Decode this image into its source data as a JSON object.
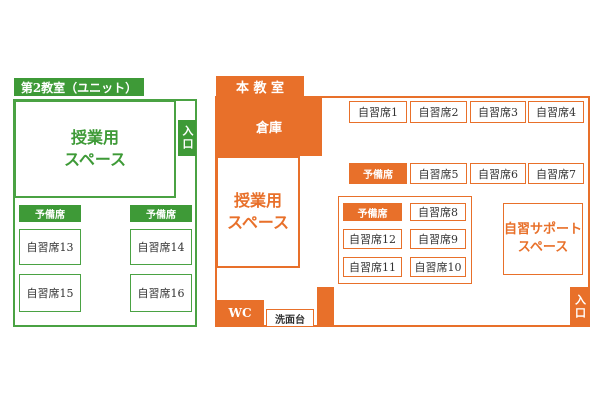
{
  "unit_room": {
    "title": "第2教室（ユニット）",
    "lecture_space": [
      "授業用",
      "スペース"
    ],
    "entrance": "入口",
    "spare_seat_label": "予備席",
    "seats": [
      "自習席13",
      "自習席14",
      "自習席15",
      "自習席16"
    ]
  },
  "main_room": {
    "title": "本 教 室",
    "storage": "倉庫",
    "lecture_space": [
      "授業用",
      "スペース"
    ],
    "spare_seat_label": "予備席",
    "seats": [
      "自習席1",
      "自習席2",
      "自習席3",
      "自習席4",
      "自習席5",
      "自習席6",
      "自習席7",
      "自習席8",
      "自習席12",
      "自習席9",
      "自習席11",
      "自習席10"
    ],
    "support_space": [
      "自習サポート",
      "スペース"
    ],
    "wc": "WC",
    "washroom": "洗面台",
    "entrance": "入口"
  },
  "colors": {
    "green": "#3e9a37",
    "orange": "#e8702a"
  }
}
